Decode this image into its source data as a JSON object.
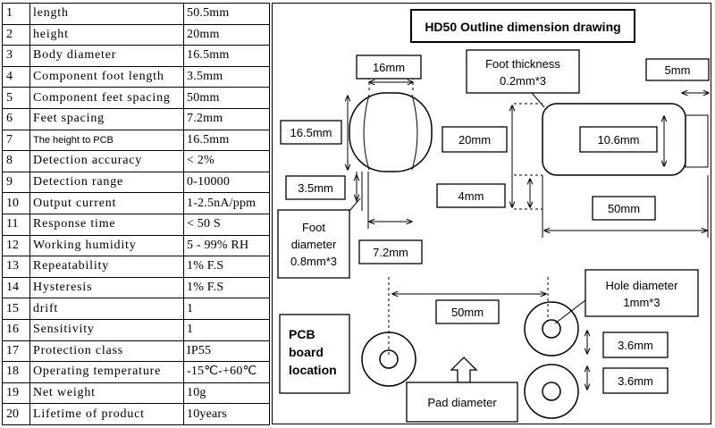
{
  "specs": [
    {
      "n": "1",
      "p": "length",
      "v": "50.5mm"
    },
    {
      "n": "2",
      "p": "height",
      "v": "20mm"
    },
    {
      "n": "3",
      "p": "Body diameter",
      "v": "16.5mm"
    },
    {
      "n": "4",
      "p": "Component foot length",
      "v": "3.5mm"
    },
    {
      "n": "5",
      "p": "Component feet spacing",
      "v": "50mm"
    },
    {
      "n": "6",
      "p": "Feet spacing",
      "v": "7.2mm"
    },
    {
      "n": "7",
      "p": "The height to PCB",
      "v": "16.5mm"
    },
    {
      "n": "8",
      "p": "Detection accuracy",
      "v": "< 2%"
    },
    {
      "n": "9",
      "p": "Detection range",
      "v": "0-10000"
    },
    {
      "n": "10",
      "p": "Output current",
      "v": "1-2.5nA/ppm"
    },
    {
      "n": "11",
      "p": "Response time",
      "v": "< 50 S"
    },
    {
      "n": "12",
      "p": "Working humidity",
      "v": "5 - 99% RH"
    },
    {
      "n": "13",
      "p": "Repeatability",
      "v": "1% F.S"
    },
    {
      "n": "14",
      "p": "Hysteresis",
      "v": "1% F.S"
    },
    {
      "n": "15",
      "p": "drift",
      "v": "1"
    },
    {
      "n": "16",
      "p": "Sensitivity",
      "v": "1"
    },
    {
      "n": "17",
      "p": "Protection class",
      "v": "IP55"
    },
    {
      "n": "18",
      "p": "Operating temperature",
      "v": "-15℃-+60℃"
    },
    {
      "n": "19",
      "p": "Net weight",
      "v": "10g"
    },
    {
      "n": "20",
      "p": "Lifetime of product",
      "v": "10years"
    }
  ],
  "drawing": {
    "title": "HD50 Outline dimension drawing",
    "dim_16mm": "16mm",
    "foot_thickness_1": "Foot thickness",
    "foot_thickness_2": "0.2mm*3",
    "dim_5mm": "5mm",
    "dim_16_5mm": "16.5mm",
    "dim_20mm": "20mm",
    "dim_10_6mm": "10.6mm",
    "dim_3_5mm": "3.5mm",
    "dim_4mm": "4mm",
    "dim_50mm_top": "50mm",
    "foot_diameter_1": "Foot",
    "foot_diameter_2": "diameter",
    "foot_diameter_3": "0.8mm*3",
    "dim_7_2mm": "7.2mm",
    "hole_diameter_1": "Hole diameter",
    "hole_diameter_2": "1mm*3",
    "dim_50mm_pcb": "50mm",
    "pcb_1": "PCB",
    "pcb_2": "board",
    "pcb_3": "location",
    "dim_3_6mm_a": "3.6mm",
    "dim_3_6mm_b": "3.6mm",
    "pad_diameter": "Pad diameter"
  }
}
